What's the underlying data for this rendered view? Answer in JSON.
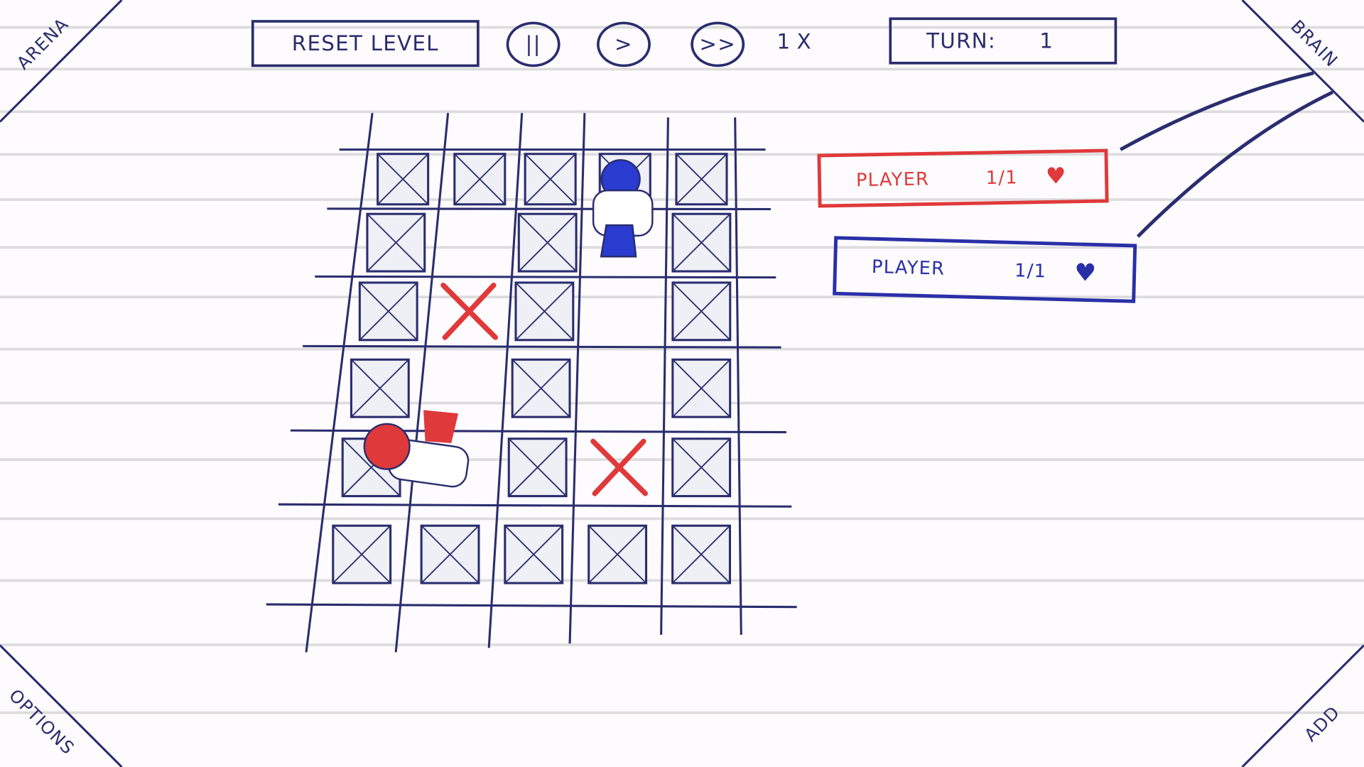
{
  "toolbar": {
    "reset_label": "RESET LEVEL",
    "pause_icon": "pause-icon",
    "play_icon": "play-icon",
    "fast_icon": "fast-forward-icon",
    "speed": "1 X",
    "turn_label": "TURN:",
    "turn_value": "1"
  },
  "corners": {
    "arena": "ARENA",
    "brain": "BRAIN",
    "options": "OPTIONS",
    "add": "ADD"
  },
  "players": [
    {
      "name": "PLAYER",
      "health": "1/1",
      "color": "#e0393b",
      "icon": "heart-icon"
    },
    {
      "name": "PLAYER",
      "health": "1/1",
      "color": "#2a2fa8",
      "icon": "heart-icon"
    }
  ],
  "colors": {
    "ink": "#2a2d6e",
    "red": "#e0393b",
    "blue": "#2a3bd0"
  },
  "board": [
    [
      "box",
      "box",
      "box",
      "blue-head",
      "box"
    ],
    [
      "box",
      "empty",
      "box",
      "blue-body",
      "box"
    ],
    [
      "box",
      "x",
      "box",
      "empty",
      "box"
    ],
    [
      "box",
      "empty",
      "box",
      "empty",
      "box"
    ],
    [
      "red-player",
      "empty",
      "box",
      "x",
      "box"
    ],
    [
      "box",
      "box",
      "box",
      "box",
      "box"
    ]
  ]
}
